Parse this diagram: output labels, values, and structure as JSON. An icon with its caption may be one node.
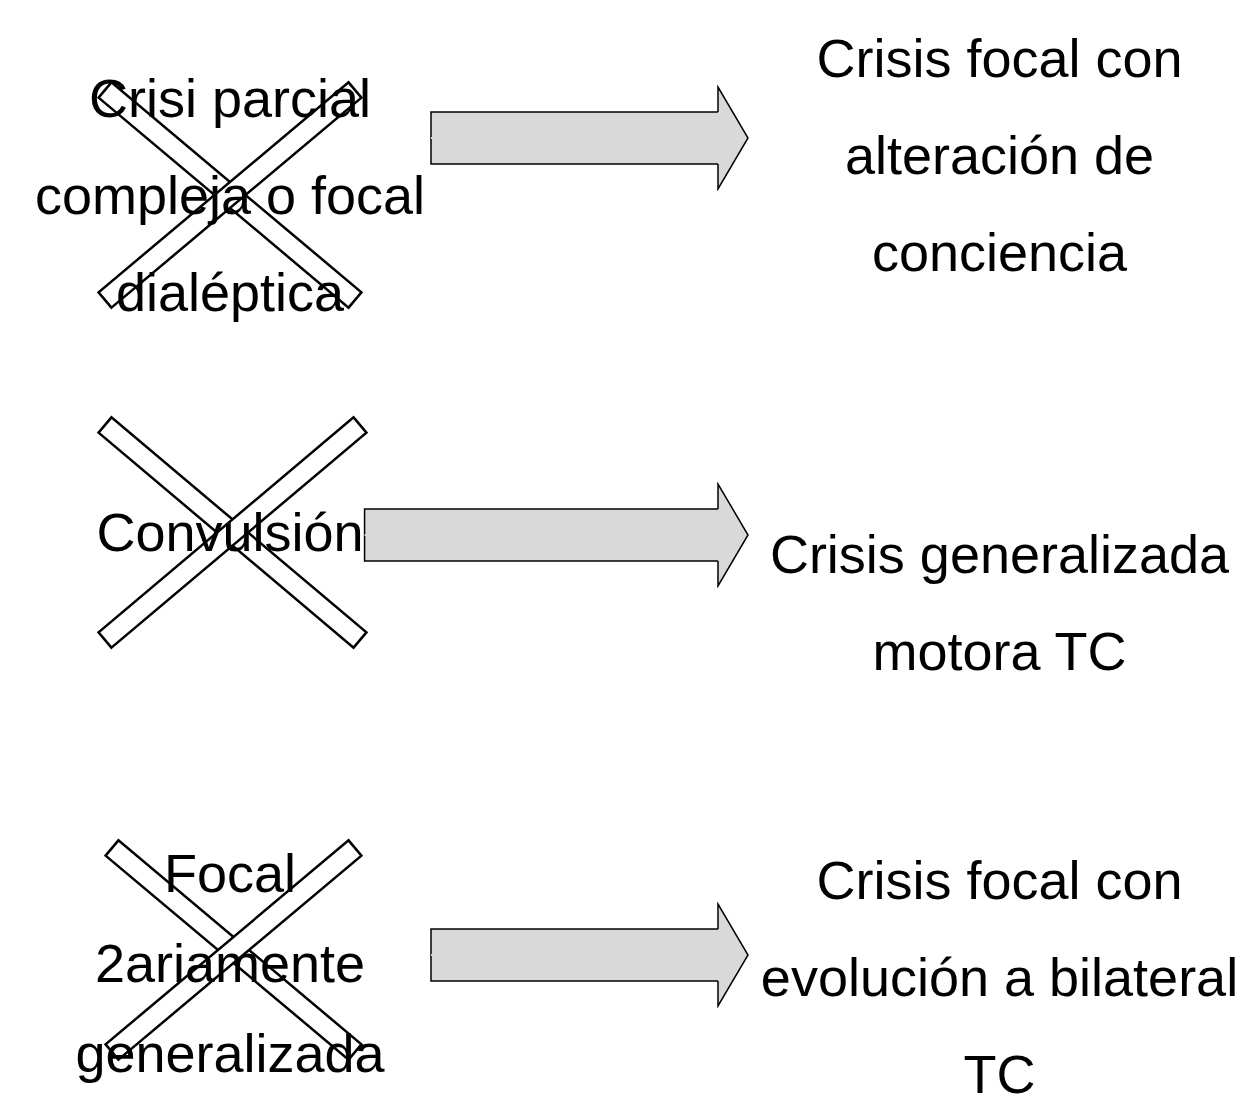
{
  "diagram": {
    "nodes": [
      {
        "text": [
          "Crisi parcial compleja o focal dialéptica"
        ]
      },
      {
        "text": [
          "Convulsión"
        ]
      },
      {
        "text": [
          "Focal 2ariamente generalizada"
        ]
      },
      {
        "text": [
          "Crisis focal con alteración de conciencia"
        ]
      },
      {
        "text": [
          "Crisis generalizada motora TC"
        ]
      },
      {
        "text": [
          "Crisis focal con evolución a bilateral TC"
        ]
      }
    ],
    "edges": [
      {
        "from": 0,
        "to": 3,
        "arrow": "to"
      },
      {
        "from": 1,
        "to": 4,
        "arrow": "to"
      },
      {
        "from": 2,
        "to": 5,
        "arrow": "to"
      }
    ]
  }
}
